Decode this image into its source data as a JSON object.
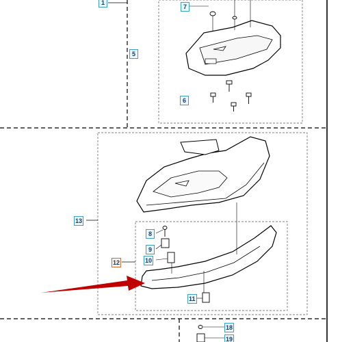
{
  "callouts": {
    "c1": "1",
    "c5": "5",
    "c6": "6",
    "c7": "7",
    "c8": "8",
    "c9": "9",
    "c10": "10",
    "c11": "11",
    "c12": "12",
    "c13": "13",
    "c18": "18",
    "c19": "19"
  },
  "colors": {
    "callout_border": "#3aa0c8",
    "callout_highlight_border": "#c8703a",
    "arrow": "#c00000",
    "line": "#000000"
  },
  "icons": [
    "bolt-icon",
    "washer-icon",
    "arrow-pointer-icon"
  ]
}
